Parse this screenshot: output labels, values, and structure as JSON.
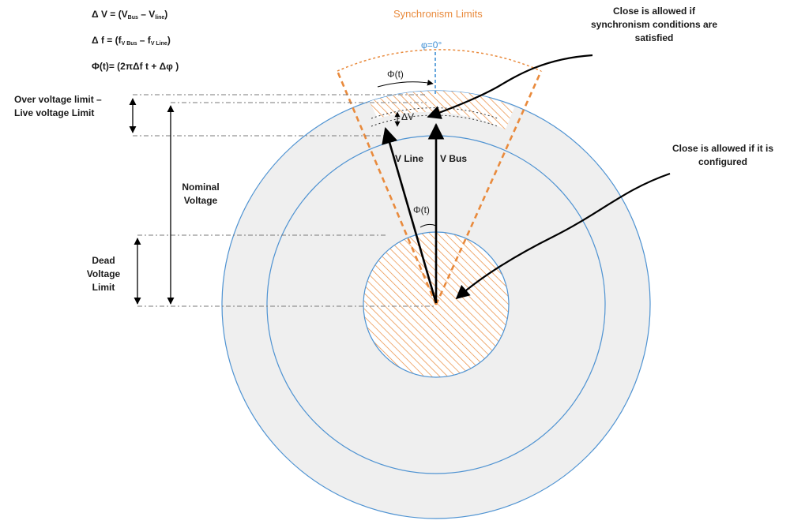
{
  "formulas": {
    "delta_v": {
      "lhs": "Δ V = (V",
      "sub1": "Bus",
      "mid": " – V",
      "sub2": "line",
      "rhs": ")"
    },
    "delta_f": {
      "lhs": "Δ f = (f",
      "sub1": "V Bus",
      "mid": " – f",
      "sub2": "V Line",
      "rhs": ")"
    },
    "phi_t": "Φ(t)= (2πΔf t + Δφ )"
  },
  "labels": {
    "sync_limits": "Synchronism Limits",
    "phi_zero": "φ=0°",
    "close_sync_line1": "Close is allowed if",
    "close_sync_line2": "synchronism conditions are",
    "close_sync_line3": "satisfied",
    "close_config_line1": "Close is allowed if it is",
    "close_config_line2": "configured",
    "over_voltage_line1": "Over voltage limit –",
    "over_voltage_line2": "Live voltage Limit",
    "nominal_line1": "Nominal",
    "nominal_line2": "Voltage",
    "dead_line1": "Dead",
    "dead_line2": "Voltage",
    "dead_line3": "Limit",
    "phi_top": "Φ(t)",
    "delta_v_arc": "ΔV",
    "v_line": "V Line",
    "v_bus": "V Bus",
    "phi_mid": "Φ(t)"
  },
  "colors": {
    "disk_fill": "#efefef",
    "circle_stroke": "#4f93d2",
    "hatch": "#e98a3c",
    "arrow": "#000000",
    "guide": "#7a7a7a"
  }
}
